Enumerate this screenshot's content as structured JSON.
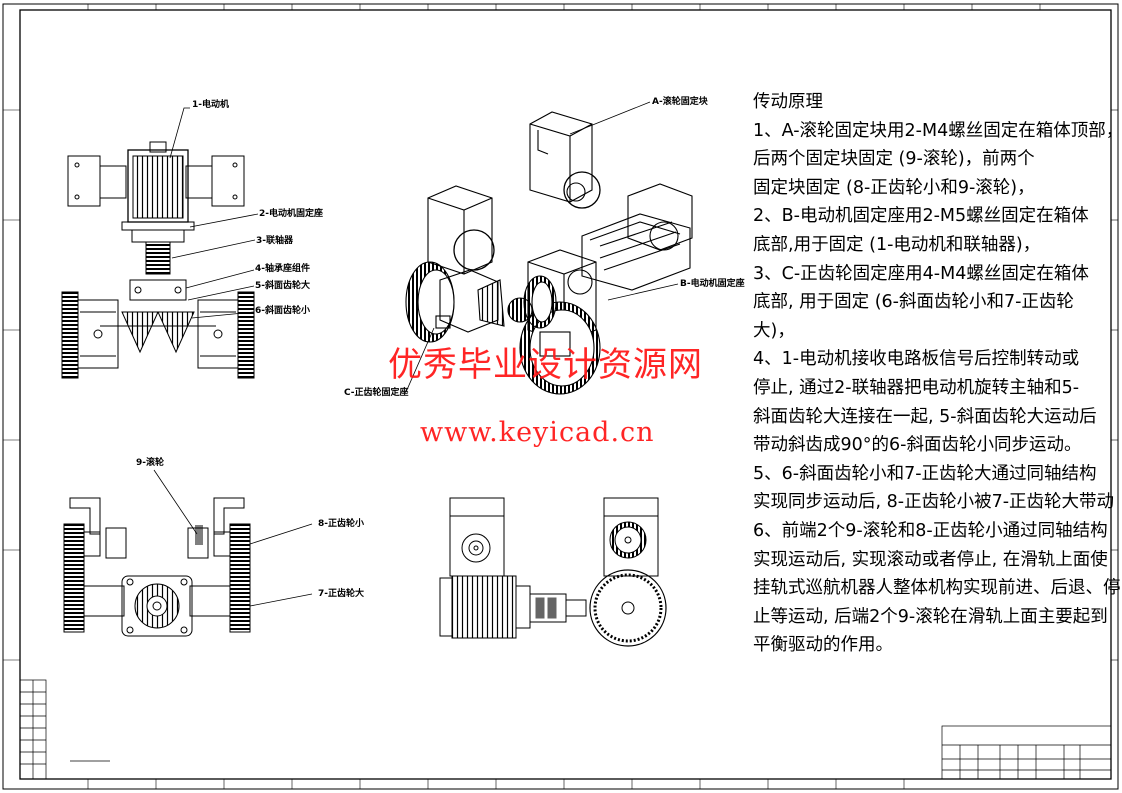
{
  "callouts": {
    "c1": "1-电动机",
    "c2": "2-电动机固定座",
    "c3": "3-联轴器",
    "c4": "4-轴承座组件",
    "c5": "5-斜面齿轮大",
    "c6": "6-斜面齿轮小",
    "cA": "A-滚轮固定块",
    "cB": "B-电动机固定座",
    "cC": "C-正齿轮固定座",
    "c9": "9-滚轮",
    "c8": "8-正齿轮小",
    "c7": "7-正齿轮大"
  },
  "notes": {
    "title": "传动原理",
    "lines": [
      "1、A-滚轮固定块用2-M4螺丝固定在箱体顶部，",
      "后两个固定块固定 (9-滚轮)，前两个",
      "固定块固定 (8-正齿轮小和9-滚轮)，",
      "2、B-电动机固定座用2-M5螺丝固定在箱体",
      "底部,用于固定 (1-电动机和联轴器)，",
      "3、C-正齿轮固定座用4-M4螺丝固定在箱体",
      "底部, 用于固定 (6-斜面齿轮小和7-正齿轮",
      "大)，",
      "4、1-电动机接收电路板信号后控制转动或",
      "停止, 通过2-联轴器把电动机旋转主轴和5-",
      "斜面齿轮大连接在一起, 5-斜面齿轮大运动后",
      "带动斜齿成90°的6-斜面齿轮小同步运动。",
      "5、6-斜面齿轮小和7-正齿轮大通过同轴结构",
      "实现同步运动后, 8-正齿轮小被7-正齿轮大带动",
      "6、前端2个9-滚轮和8-正齿轮小通过同轴结构",
      "实现运动后, 实现滚动或者停止, 在滑轨上面使",
      "挂轨式巡航机器人整体机构实现前进、后退、停",
      "止等运动, 后端2个9-滚轮在滑轨上面主要起到",
      "平衡驱动的作用。"
    ]
  },
  "watermark": {
    "line1": "优秀毕业设计资源网",
    "line2": "www.keyicad.cn"
  }
}
